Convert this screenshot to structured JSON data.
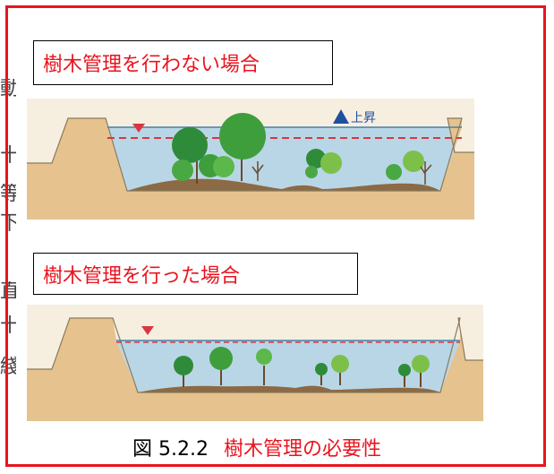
{
  "background_fragments": [
    "動",
    "十",
    "等",
    "下",
    "直",
    "十",
    "綫"
  ],
  "scenario_without": {
    "label": "樹木管理を行わない場合",
    "rise_label": "上昇"
  },
  "scenario_with": {
    "label": "樹木管理を行った場合"
  },
  "caption": {
    "number": "図 5.2.2",
    "text": "樹木管理の必要性"
  },
  "colors": {
    "frame": "#e8141e",
    "water": "#b9d6e6",
    "bank": "#e6c28e",
    "bed": "#8b6a45",
    "water_level_dashed": "#d9363e",
    "rise_marker": "#1f4fa0",
    "tree_green": "#3f9e3c"
  }
}
